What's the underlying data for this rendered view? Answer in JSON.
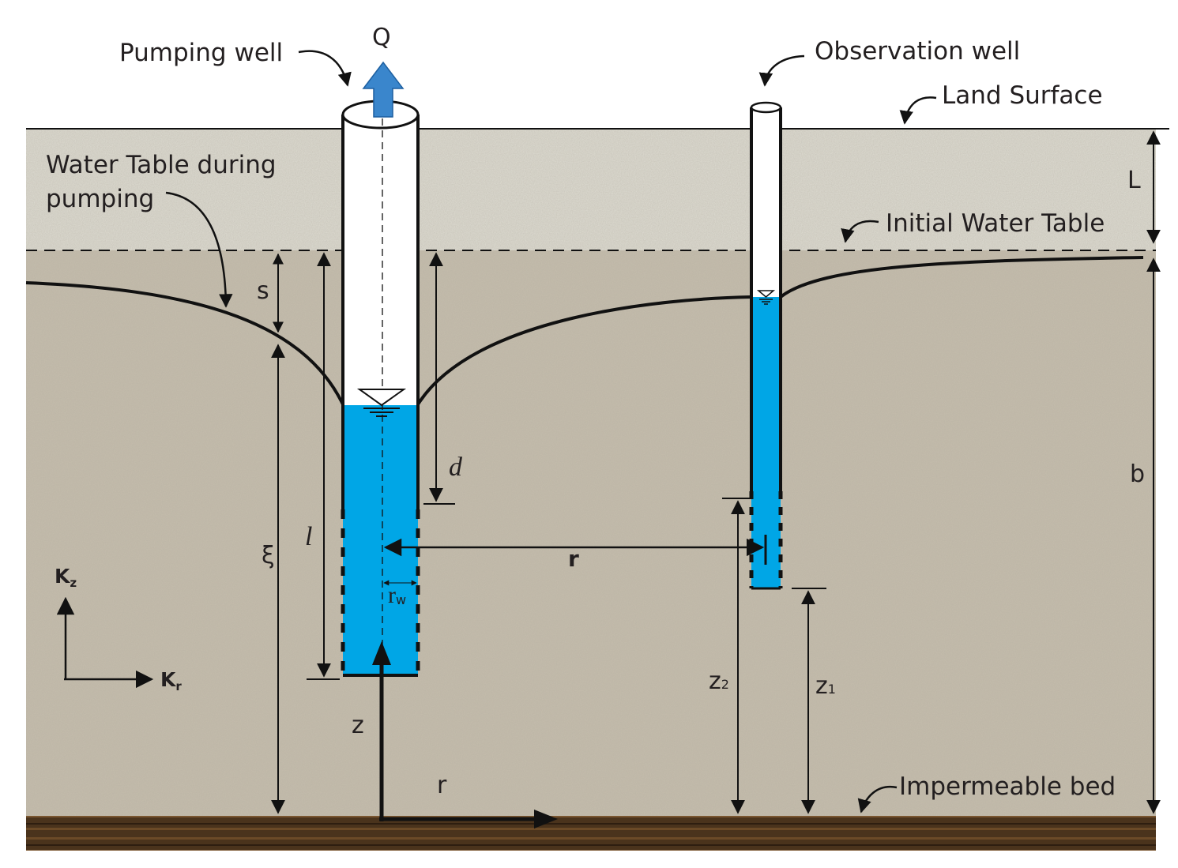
{
  "labels": {
    "pumping_well": "Pumping well",
    "observation_well": "Observation well",
    "land_surface": "Land Surface",
    "water_table_pumping_line1": "Water Table during",
    "water_table_pumping_line2": "pumping",
    "initial_water_table": "Initial Water Table",
    "impermeable_bed": "Impermeable bed"
  },
  "symbols": {
    "discharge": "Q",
    "unsat_thickness": "L",
    "aquifer_thickness": "b",
    "drawdown": "s",
    "screen_bottom_depth": "l",
    "screen_top_depth": "d",
    "xi": "ξ",
    "radial_distance": "r",
    "well_radius": "r",
    "well_radius_sub": "w",
    "z2": "z",
    "z2_sub": "2",
    "z1": "z",
    "z1_sub": "1",
    "z_axis": "z",
    "r_axis": "r",
    "kz": "K",
    "kz_sub": "z",
    "kr": "K",
    "kr_sub": "r"
  },
  "colors": {
    "water": "#00a6e6",
    "arrow_q": "#3a86cc",
    "soil_dry": "#d9d6cb",
    "soil_wet": "#c3bba9",
    "bed": "#4a331c"
  }
}
